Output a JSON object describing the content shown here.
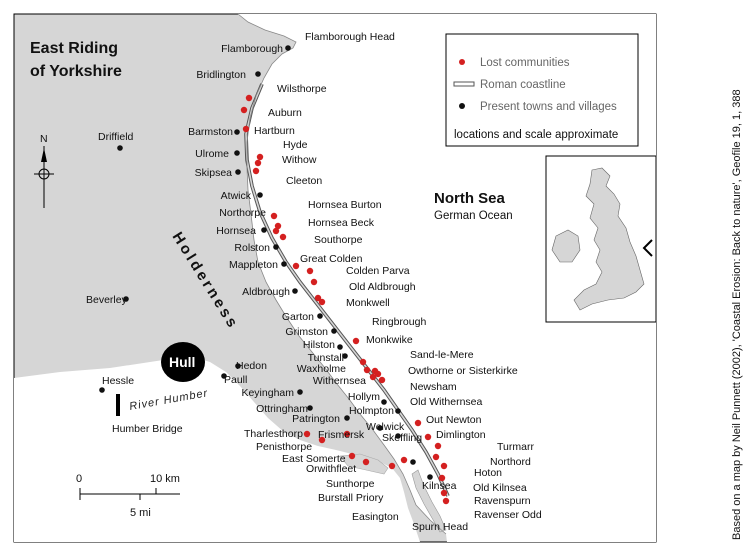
{
  "title_line1": "East Riding",
  "title_line2": "of Yorkshire",
  "sea_name": "North Sea",
  "sea_old_name": "German Ocean",
  "region_name": "Holderness",
  "river_name": "River Humber",
  "hull_label": "Hull",
  "compass_label": "N",
  "legend": {
    "lost": "Lost communities",
    "roman": "Roman coastline",
    "present": "Present towns and villages",
    "note": "locations and scale approximate"
  },
  "scale": {
    "km_zero": "0",
    "km_ten": "10 km",
    "mi_five": "5 mi"
  },
  "credit": "Based on a map by Neil Punnett (2002), 'Coastal Erosion: Back to nature', Geofile 19, 1, 388",
  "colors": {
    "land": "#d6d6d6",
    "sea": "#ffffff",
    "lost_dot": "#d42020",
    "present_dot": "#111111",
    "roman_line": "#555555",
    "hull": "#000000"
  },
  "present_places": [
    "Flamborough",
    "Flamborough Head",
    "Bridlington",
    "Barmston",
    "Driffield",
    "Ulrome",
    "Skipsea",
    "Atwick",
    "Hornsea",
    "Rolston",
    "Mappleton",
    "Aldbrough",
    "Beverley",
    "Garton",
    "Grimston",
    "Hilston",
    "Tunstall",
    "Hedon",
    "Paull",
    "Hessle",
    "Humber Bridge",
    "Keyingham",
    "Ottringham",
    "Patrington",
    "Hollym",
    "Holmpton",
    "Welwick",
    "Skeffling",
    "Kilnsea",
    "Easington",
    "Spurn Head"
  ],
  "lost_places": [
    "Wilsthorpe",
    "Auburn",
    "Hartburn",
    "Hyde",
    "Withow",
    "Cleeton",
    "Northorpe",
    "Hornsea Burton",
    "Hornsea Beck",
    "Southorpe",
    "Great Colden",
    "Colden Parva",
    "Old Aldbrough",
    "Monkwell",
    "Ringbrough",
    "Monkwike",
    "Sand-le-Mere",
    "Waxholme",
    "Owthorne or Sisterkirke",
    "Withernsea",
    "Newsham",
    "Old Withernsea",
    "Out Newton",
    "Dimlington",
    "Turmarr",
    "Northord",
    "Hoton",
    "Old Kilnsea",
    "Ravenspurn",
    "Ravenser Odd",
    "Tharlesthorp",
    "Frismersk",
    "Penisthorpe",
    "East Somerte",
    "Orwithfleet",
    "Sunthorpe",
    "Burstall Priory"
  ]
}
